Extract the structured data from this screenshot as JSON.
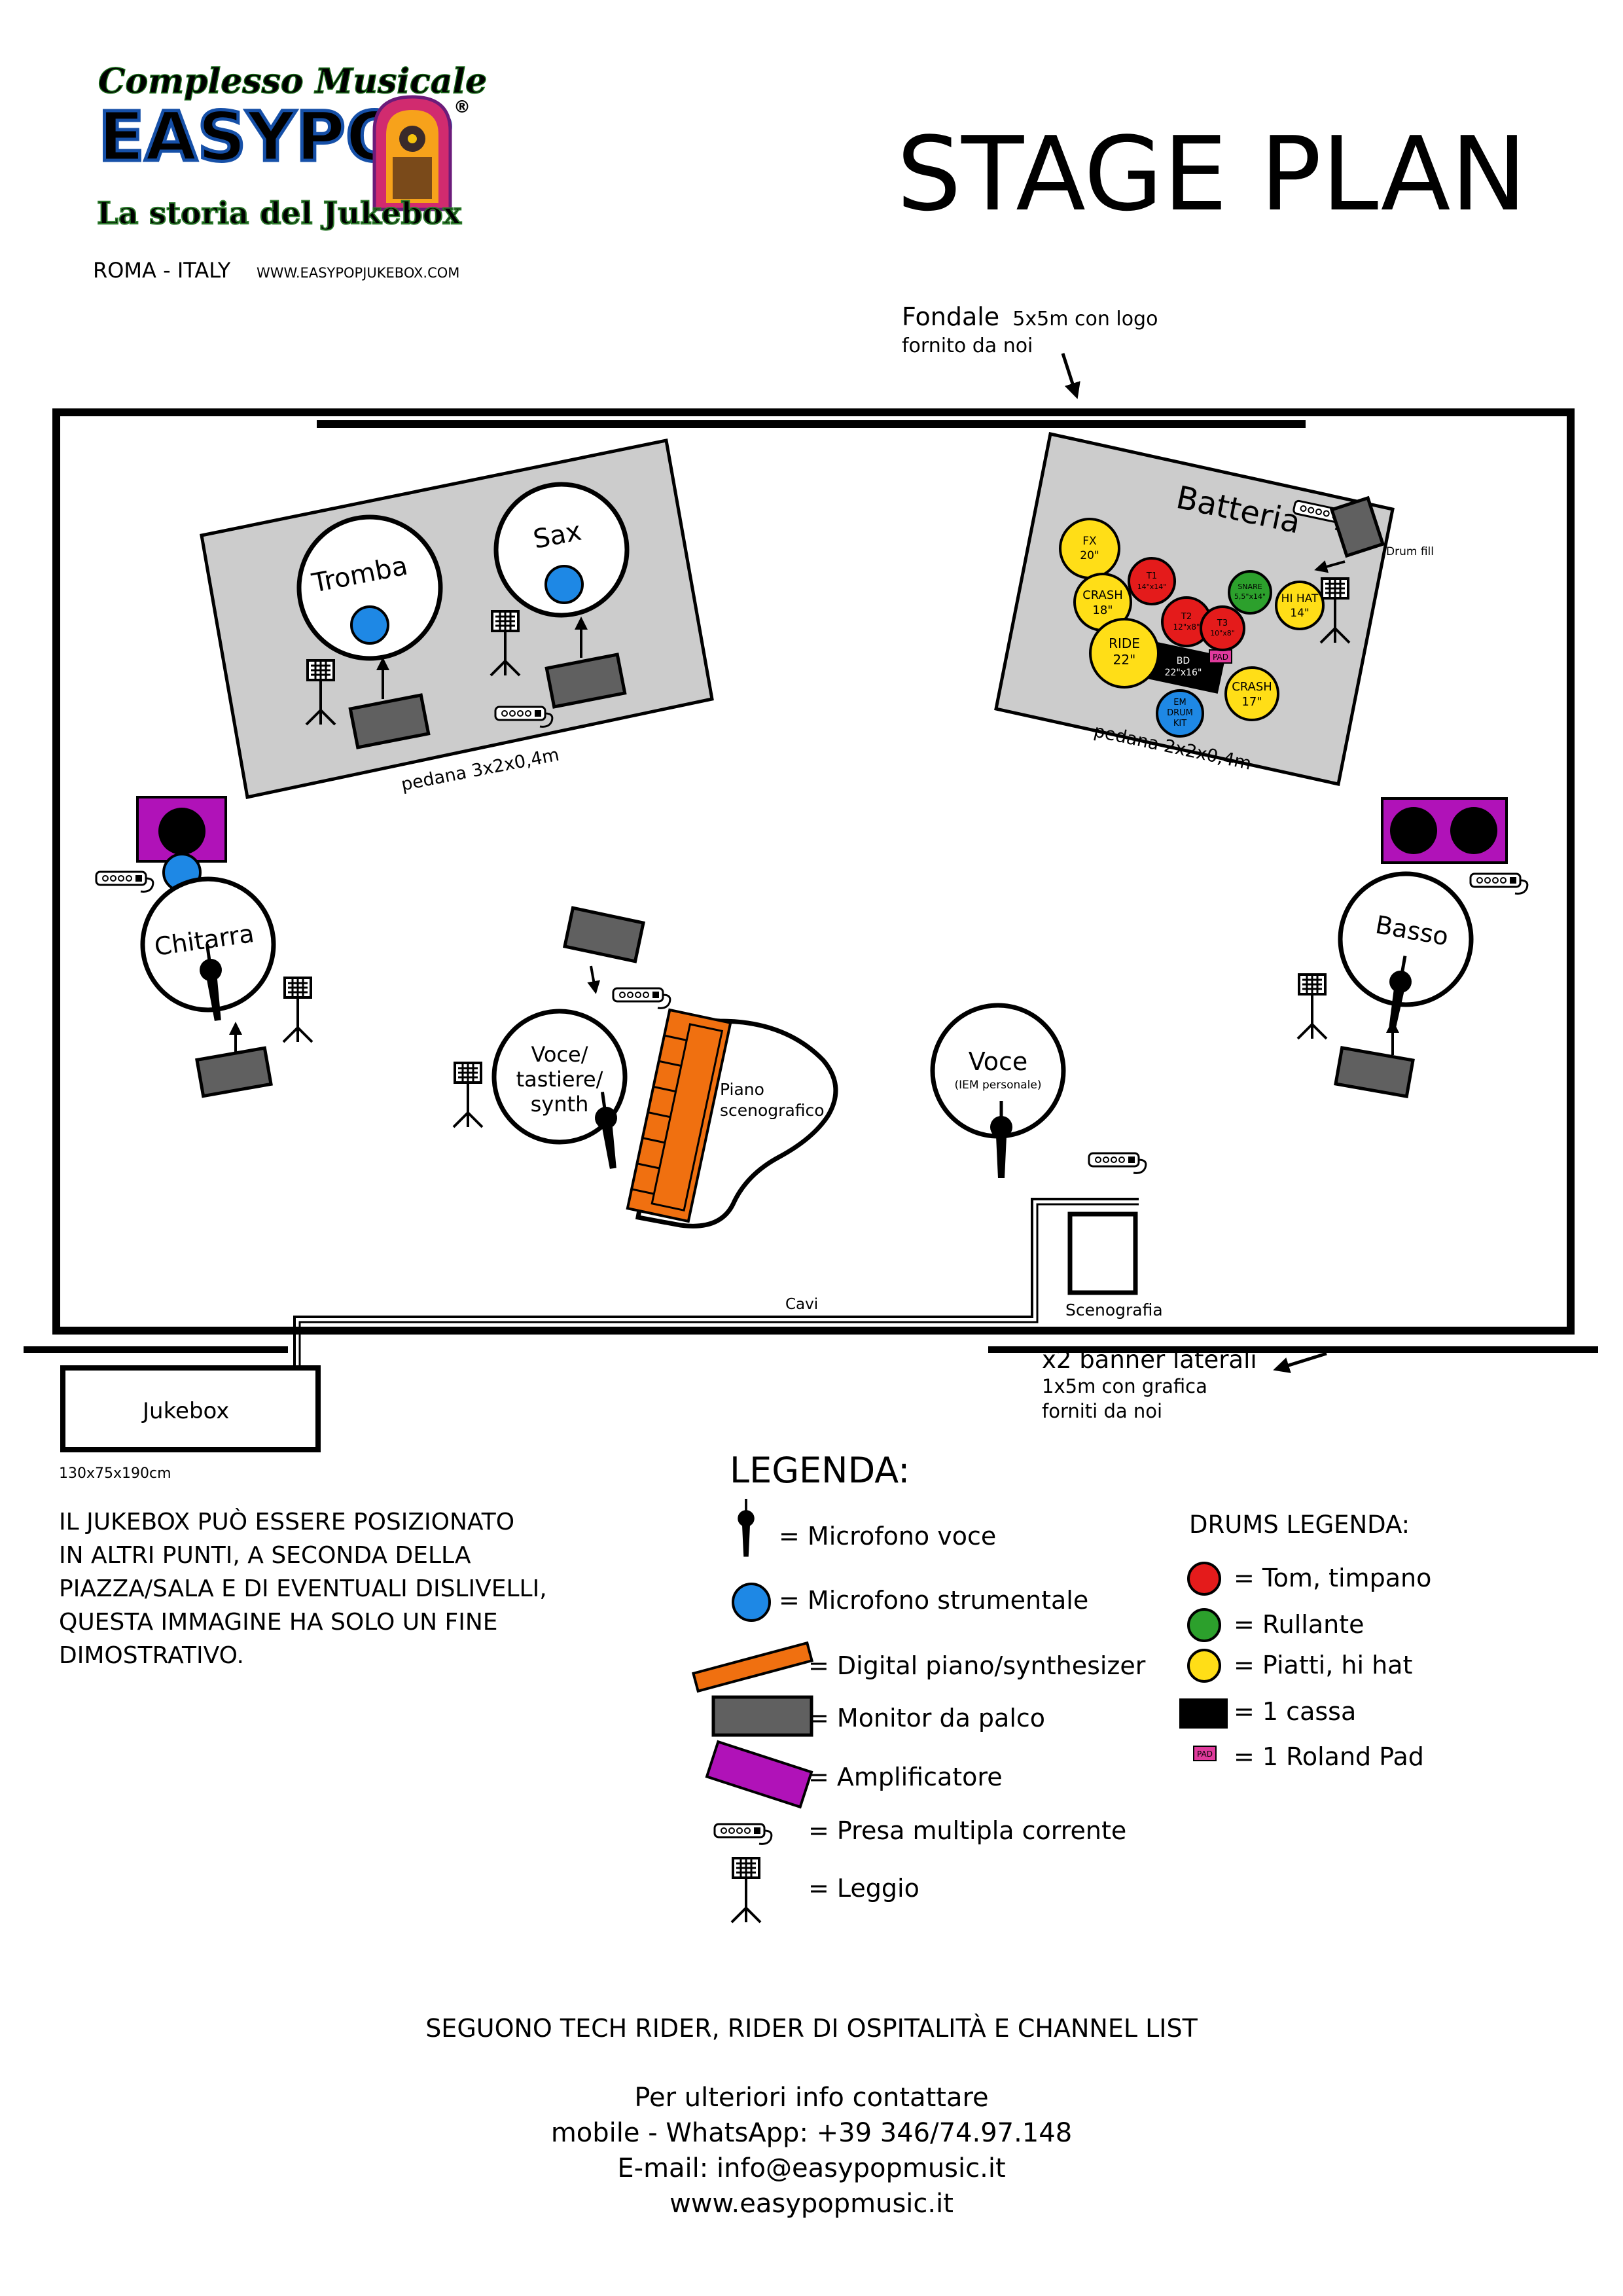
{
  "header": {
    "logo_top": "Complesso Musicale",
    "logo_brand": "EASYPOP",
    "logo_tagline": "La storia del Jukebox",
    "city": "ROMA - ITALY",
    "website_small": "WWW.EASYPOPJUKEBOX.COM",
    "title": "STAGE PLAN"
  },
  "backdrop": {
    "label_bold": "Fondale",
    "label_size": "5x5m con logo",
    "label_line2": "fornito da noi"
  },
  "risers": {
    "horns": "pedana 3x2x0,4m",
    "drums": "pedana 2x2x0,4m"
  },
  "positions": {
    "tromba": "Tromba",
    "sax": "Sax",
    "batteria": "Batteria",
    "drum_fill": "Drum fill",
    "chitarra": "Chitarra",
    "basso": "Basso",
    "voce_tastiere_1": "Voce/",
    "voce_tastiere_2": "tastiere/",
    "voce_tastiere_3": "synth",
    "piano_1": "Piano",
    "piano_2": "scenografico",
    "voce": "Voce",
    "voce_sub": "(IEM personale)",
    "scenografia": "Scenografia",
    "cavi": "Cavi",
    "jukebox": "Jukebox",
    "jukebox_size": "130x75x190cm"
  },
  "drums": {
    "fx_name": "FX",
    "fx_size": "20\"",
    "crash1_name": "CRASH",
    "crash1_size": "18\"",
    "ride_name": "RIDE",
    "ride_size": "22\"",
    "t1_name": "T1",
    "t1_size": "14\"x14\"",
    "t2_name": "T2",
    "t2_size": "12\"x8\"",
    "t3_name": "T3",
    "t3_size": "10\"x8\"",
    "snare_name": "SNARE",
    "snare_size": "5,5\"x14\"",
    "hihat_name": "HI HAT",
    "hihat_size": "14\"",
    "crash2_name": "CRASH",
    "crash2_size": "17\"",
    "bd_name": "BD",
    "bd_size": "22\"x16\"",
    "pad": "PAD",
    "em_1": "EM",
    "em_2": "DRUM",
    "em_3": "KIT"
  },
  "banner": {
    "line1": "x2 banner laterali",
    "line2": "1x5m con grafica",
    "line3": "forniti da noi"
  },
  "note": {
    "line1": "IL JUKEBOX PUÒ ESSERE POSIZIONATO",
    "line2": "IN ALTRI PUNTI, A SECONDA DELLA",
    "line3": "PIAZZA/SALA E DI EVENTUALI DISLIVELLI,",
    "line4": "QUESTA IMMAGINE HA SOLO UN FINE",
    "line5": "DIMOSTRATIVO."
  },
  "legend": {
    "title": "LEGENDA:",
    "items": [
      "= Microfono voce",
      "= Microfono strumentale",
      "= Digital piano/synthesizer",
      "= Monitor da palco",
      "= Amplificatore",
      "= Presa multipla corrente",
      "= Leggio"
    ]
  },
  "drums_legend": {
    "title": "DRUMS LEGENDA:",
    "items": [
      "= Tom, timpano",
      "= Rullante",
      "= Piatti, hi hat",
      "= 1 cassa",
      "= 1 Roland Pad"
    ],
    "pad_label": "PAD"
  },
  "footer": {
    "follow": "SEGUONO TECH RIDER, RIDER DI OSPITALITÀ E CHANNEL LIST",
    "contact": "Per ulteriori info contattare",
    "mobile": "mobile - WhatsApp: +39 346/74.97.148",
    "email": "E-mail: info@easypopmusic.it",
    "web": "www.easypopmusic.it"
  },
  "colors": {
    "riser_fill": "#cccccc",
    "mic_blue": "#1e88e5",
    "amp_purple": "#b012b8",
    "piano_orange": "#f07010",
    "monitor_gray": "#606060",
    "tom_red": "#e41b1b",
    "snare_green": "#2ca02c",
    "cymbal_yellow": "#ffde17",
    "pad_magenta": "#e03a9c"
  }
}
